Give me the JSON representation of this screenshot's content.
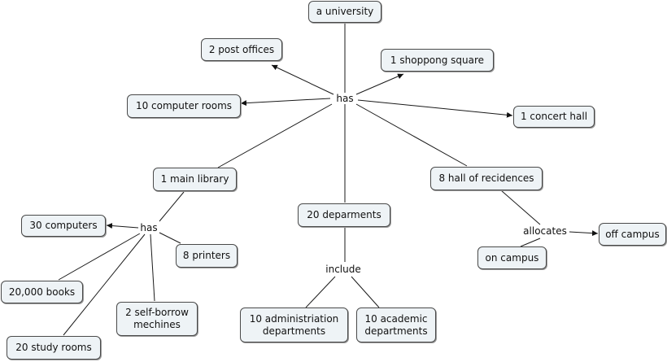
{
  "concept_map": {
    "nodes": {
      "university": "a university",
      "post_offices": "2 post offices",
      "shopping_square": "1 shoppong square",
      "computer_rooms": "10 computer rooms",
      "concert_hall": "1 concert hall",
      "main_library": "1 main library",
      "halls_of_residence": "8 hall of recidences",
      "departments": "20 deparments",
      "computers": "30 computers",
      "printers": "8 printers",
      "books": "20,000 books",
      "self_borrow": "2 self-borrow\nmechines",
      "study_rooms": "20 study rooms",
      "admin_departments": "10 administriation\ndepartments",
      "academic_departments": "10 academic\ndepartments",
      "on_campus": "on campus",
      "off_campus": "off campus"
    },
    "links": {
      "university_has": "has",
      "library_has": "has",
      "departments_include": "include",
      "halls_allocates": "allocates"
    },
    "colors": {
      "node_fill": "#eef3f6",
      "node_border": "#4a4a4a",
      "line": "#1a1a1a"
    }
  }
}
